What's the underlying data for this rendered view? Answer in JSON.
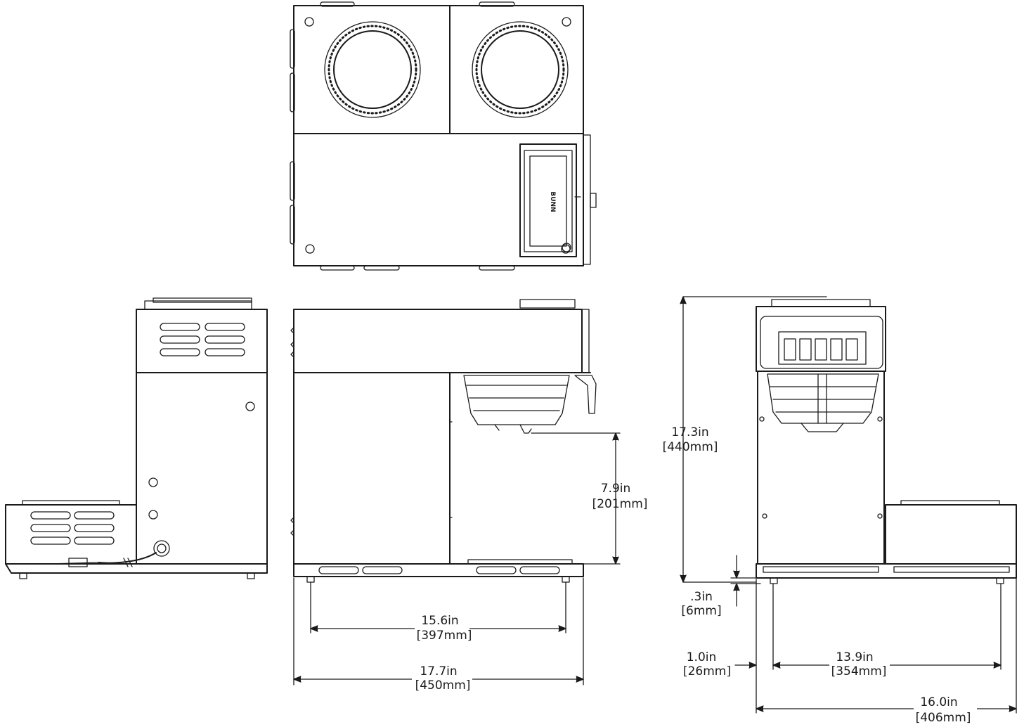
{
  "brand_logo": "BUNN",
  "dimensions": {
    "top_height": {
      "imperial": "17.3in",
      "metric": "[440mm]"
    },
    "clearance": {
      "imperial": "7.9in",
      "metric": "[201mm]"
    },
    "foot": {
      "imperial": ".3in",
      "metric": "[6mm]"
    },
    "foot_span": {
      "imperial": "15.6in",
      "metric": "[397mm]"
    },
    "depth": {
      "imperial": "17.7in",
      "metric": "[450mm]"
    },
    "side_offset": {
      "imperial": "1.0in",
      "metric": "[26mm]"
    },
    "front_span": {
      "imperial": "13.9in",
      "metric": "[354mm]"
    },
    "width": {
      "imperial": "16.0in",
      "metric": "[406mm]"
    }
  }
}
